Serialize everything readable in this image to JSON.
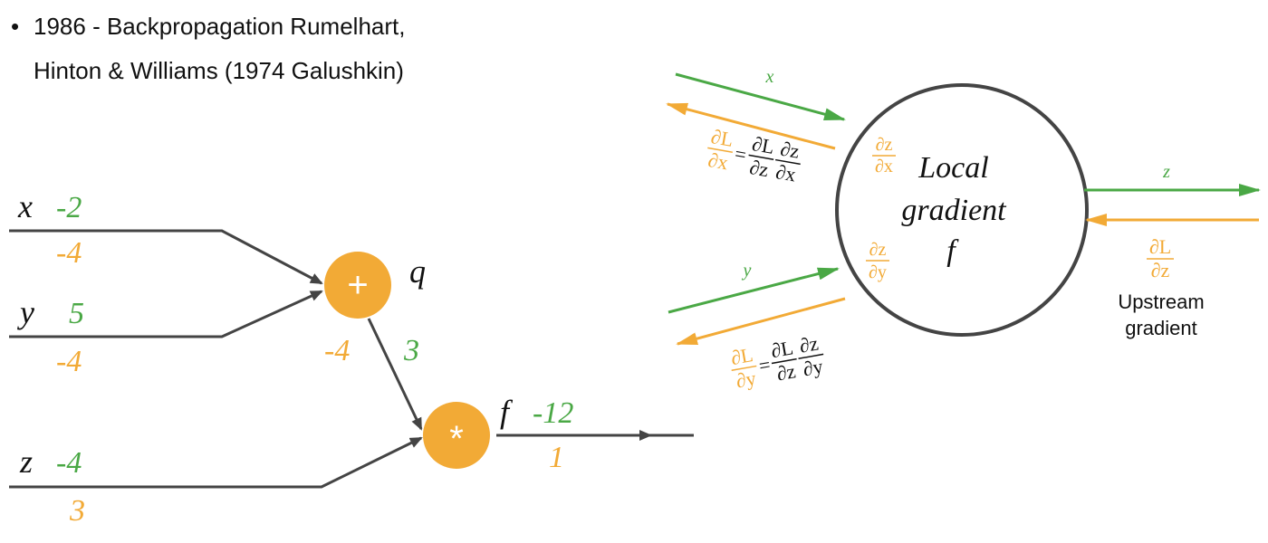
{
  "header": {
    "bullet": "•",
    "line1": "1986 - Backpropagation Rumelhart,",
    "line2": "Hinton & Williams (1974 Galushkin)"
  },
  "colors": {
    "forward": "#4aa845",
    "backward": "#f2aa36",
    "line": "#444444",
    "text": "#111111"
  },
  "graph": {
    "x": {
      "name": "x",
      "value": "-2",
      "grad": "-4"
    },
    "y": {
      "name": "y",
      "value": "5",
      "grad": "-4"
    },
    "z": {
      "name": "z",
      "value": "-4",
      "grad": "3"
    },
    "plus_node": {
      "symbol": "+",
      "out_name": "q",
      "value": "3",
      "grad": "-4"
    },
    "mul_node": {
      "symbol": "*",
      "out_name": "f",
      "value": "-12",
      "grad": "1"
    }
  },
  "local": {
    "node_l1": "Local",
    "node_l2": "gradient",
    "node_l3": "f",
    "in_x": "x",
    "in_y": "y",
    "out_z": "z",
    "dzdx_num": "∂z",
    "dzdx_den": "∂x",
    "dzdy_num": "∂z",
    "dzdy_den": "∂y",
    "up_num": "∂L",
    "up_den": "∂z",
    "upstream_l1": "Upstream",
    "upstream_l2": "gradient",
    "chain_x": {
      "l_num": "∂L",
      "l_den": "∂x",
      "eq": "=",
      "a_num": "∂L",
      "a_den": "∂z",
      "b_num": "∂z",
      "b_den": "∂x"
    },
    "chain_y": {
      "l_num": "∂L",
      "l_den": "∂y",
      "eq": "=",
      "a_num": "∂L",
      "a_den": "∂z",
      "b_num": "∂z",
      "b_den": "∂y"
    }
  }
}
